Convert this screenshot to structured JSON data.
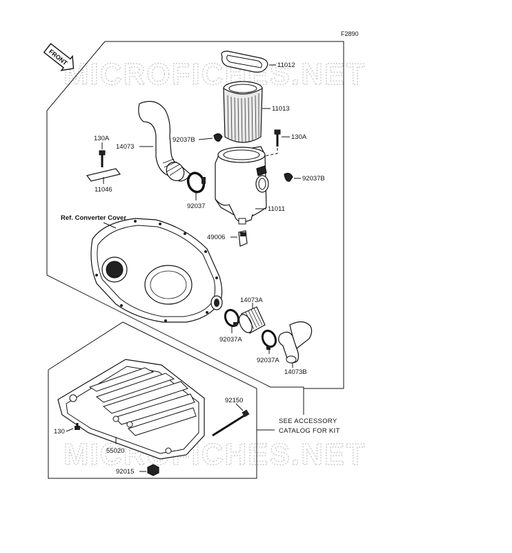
{
  "diagram": {
    "figure_code": "F2890",
    "front_label": "FRONT",
    "watermark": "MICROFICHES.NET",
    "ref_label": "Ref. Converter Cover",
    "note_line1": "SEE ACCESSORY",
    "note_line2": "CATALOG FOR KIT",
    "parts": {
      "p11012": "11012",
      "p11013": "11013",
      "p130A_left": "130A",
      "p130A_right": "130A",
      "p14073": "14073",
      "p92037B_top": "92037B",
      "p92037B_right": "92037B",
      "p11046": "11046",
      "p92037": "92037",
      "p11011": "11011",
      "p49006": "49006",
      "p14073A": "14073A",
      "p92037A_left": "92037A",
      "p92037A_right": "92037A",
      "p14073B": "14073B",
      "p92150": "92150",
      "p130": "130",
      "p55020": "55020",
      "p92015": "92015"
    }
  }
}
